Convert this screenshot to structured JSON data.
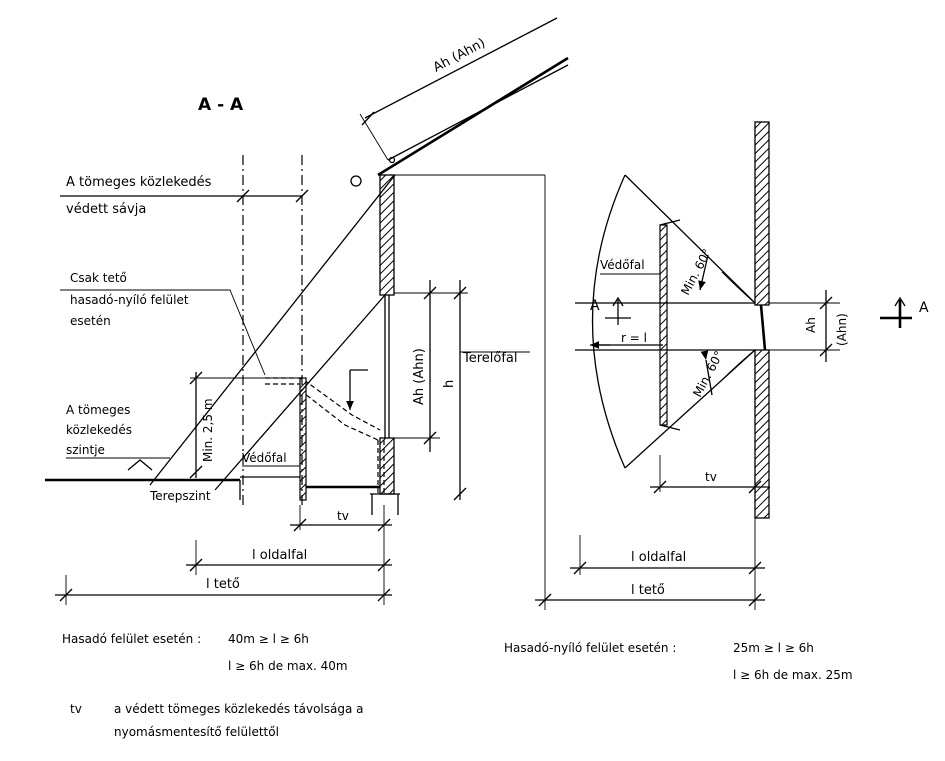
{
  "section_title": "A - A",
  "left": {
    "protected_lane": [
      "A tömeges közlekedés",
      "védett sávja"
    ],
    "roof_only": [
      "Csak tető",
      "hasadó-nyíló felület",
      "esetén"
    ],
    "traffic_level": [
      "A tömeges",
      "közlekedés",
      "szintje"
    ],
    "min_height": "Min. 2,5 m",
    "protective_wall": "Védőfal",
    "ground_level": "Terepszint",
    "deflector_wall": "Terelőfal",
    "area_label_roof": "Ah (Ahn)",
    "area_label_wall": "Ah (Ahn)",
    "h": "h",
    "tv": "tv",
    "l_side": "l oldalfal",
    "l_roof": "l tető"
  },
  "right": {
    "protective_wall": "Védőfal",
    "min_angle_top": "Min. 60°",
    "min_angle_bottom": "Min. 60°",
    "section_marker": "A",
    "radius": "r = l",
    "area_label": "Ah",
    "area_label_sub": "(Ahn)",
    "tv": "tv",
    "l_side": "l oldalfal",
    "l_roof": "l tető"
  },
  "notes": {
    "left_condition": "Hasadó felület esetén :",
    "left_rule_1": "40m ≥ l ≥ 6h",
    "left_rule_2": "l ≥ 6h  de max. 40m",
    "right_condition": "Hasadó-nyíló felület esetén :",
    "right_rule_1": "25m ≥ l ≥ 6h",
    "right_rule_2": "l ≥ 6h  de max. 25m",
    "tv_symbol": "tv",
    "tv_definition_1": "a védett tömeges közlekedés távolsága a",
    "tv_definition_2": "nyomásmentesítő felülettől"
  }
}
